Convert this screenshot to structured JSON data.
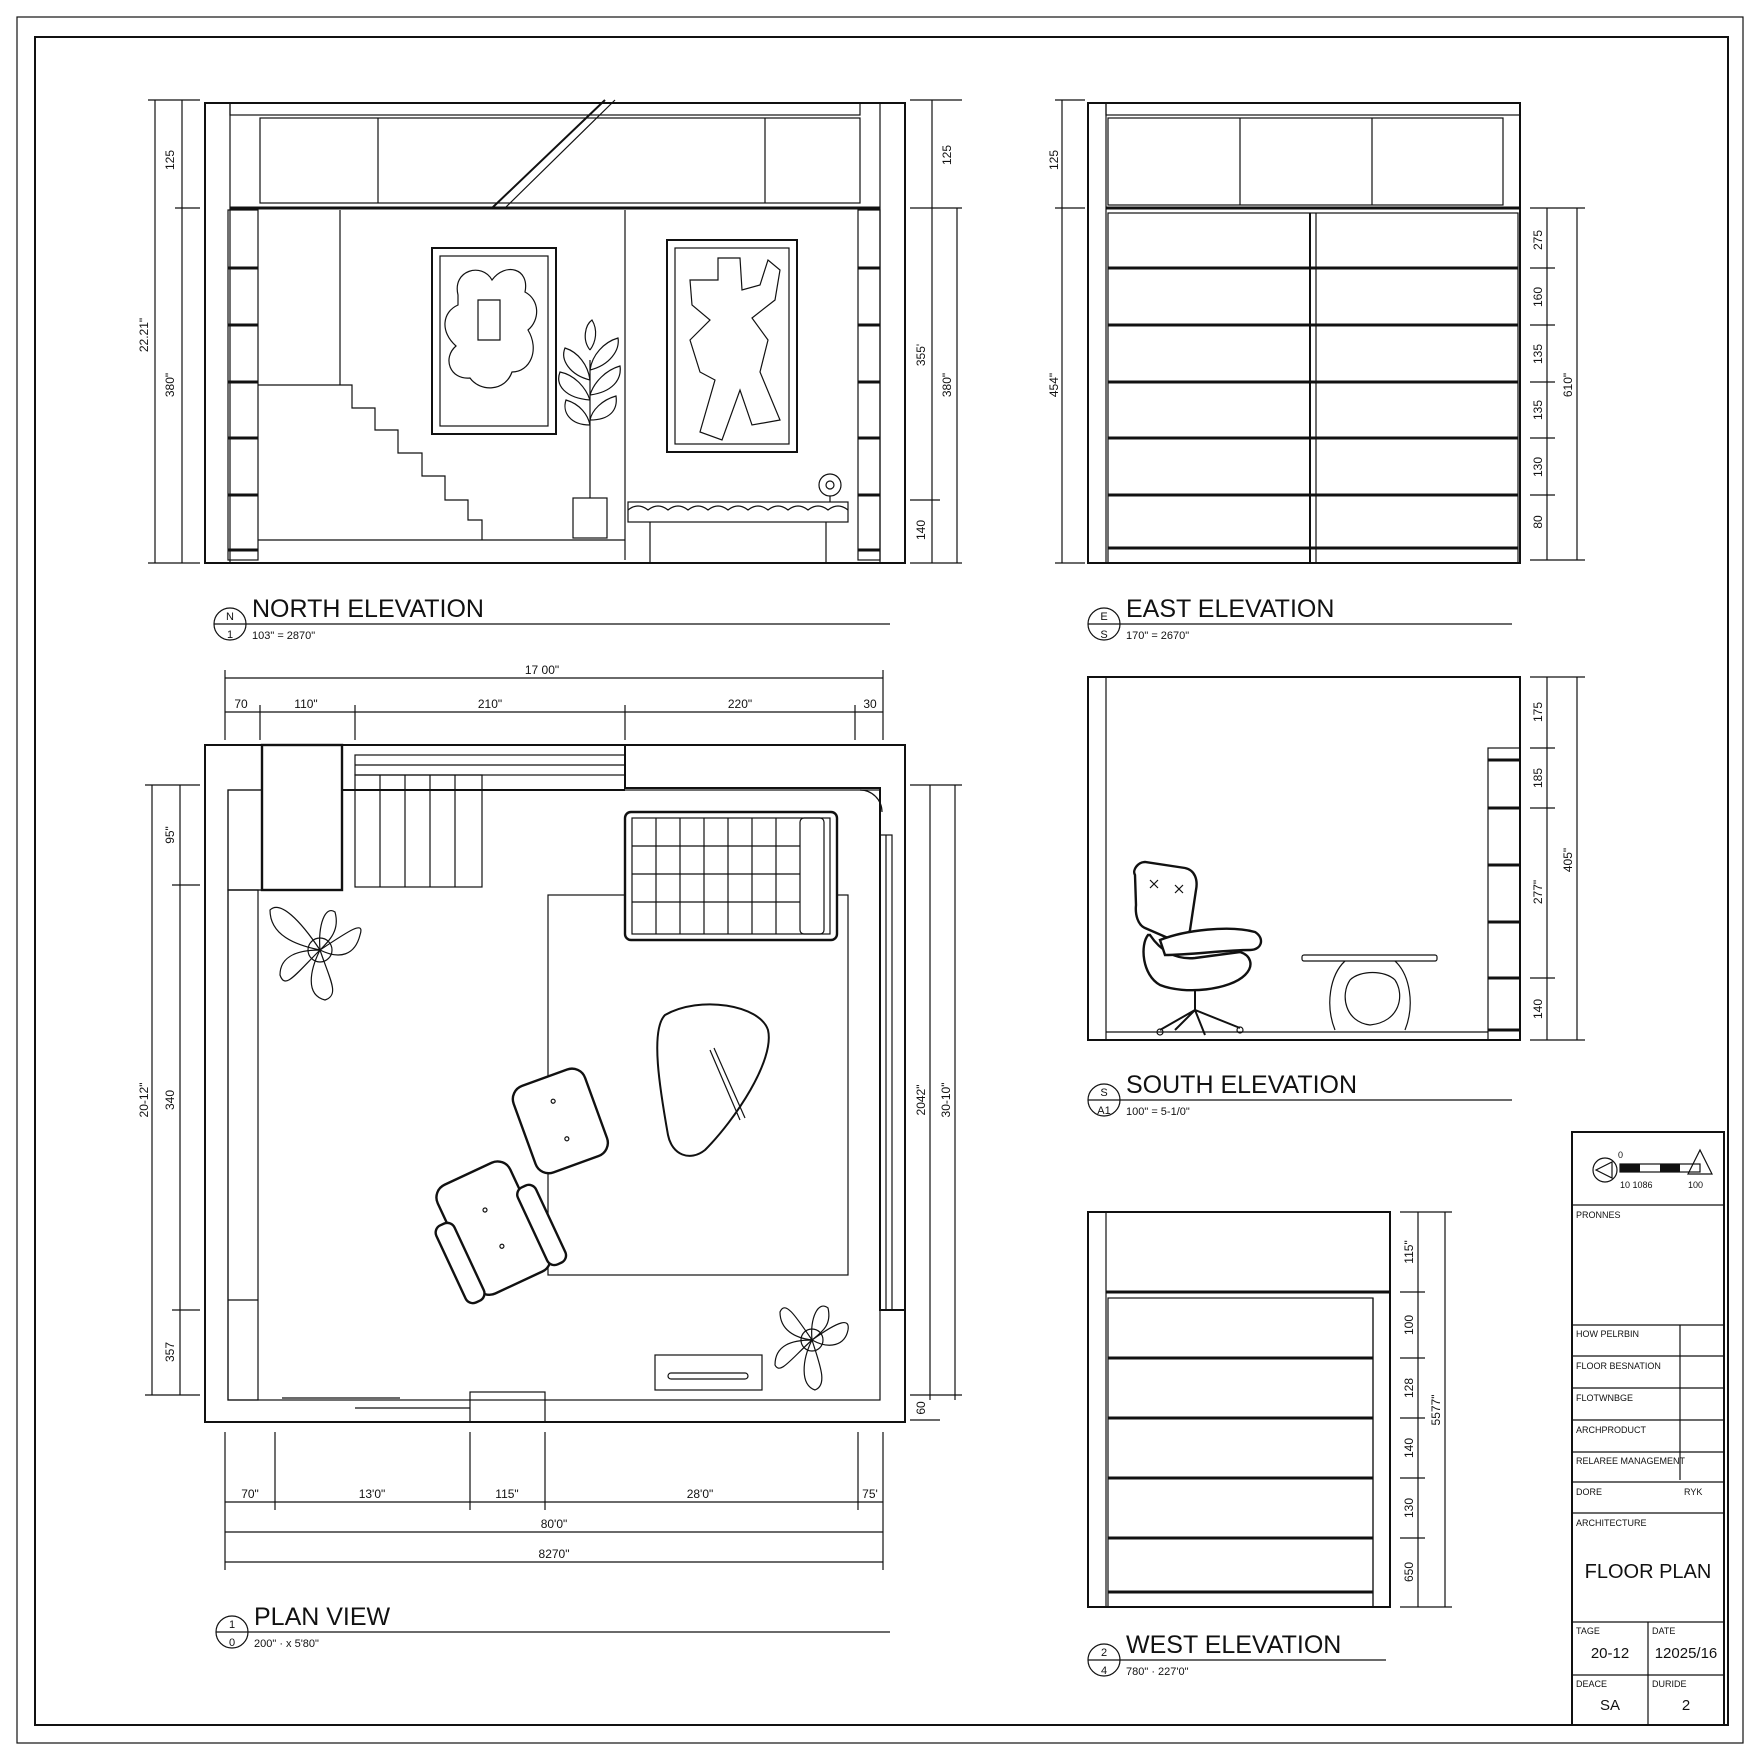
{
  "views": {
    "north": {
      "badge_top": "N",
      "badge_bottom": "1",
      "title": "NORTH ELEVATION",
      "scale": "103\" = 2870\"",
      "dims_left": [
        "125",
        "22.21\"",
        "380\""
      ],
      "dims_right": [
        "125",
        "355'",
        "380\"",
        "140"
      ]
    },
    "east": {
      "badge_top": "E",
      "badge_bottom": "S",
      "title": "EAST ELEVATION",
      "scale": "170\" = 2670\"",
      "dims_left": [
        "125",
        "454\""
      ],
      "dims_right": [
        "275",
        "160",
        "135",
        "135",
        "130",
        "80",
        "610\""
      ]
    },
    "plan": {
      "badge_top": "1",
      "badge_bottom": "0",
      "title": "PLAN VIEW",
      "scale": "200\" · x 5'80\"",
      "dims_top": [
        "17 00\"",
        "70",
        "110\"",
        "210\"",
        "220\"",
        "30"
      ],
      "dims_left": [
        "95\"",
        "340",
        "20-12\"",
        "357"
      ],
      "dims_right": [
        "2042\"",
        "30-10\"",
        "60"
      ],
      "dims_bottom": [
        "70\"",
        "13'0\"",
        "115\"",
        "28'0\"",
        "75'",
        "80'0\"",
        "8270\""
      ]
    },
    "south": {
      "badge_top": "S",
      "badge_bottom": "A1",
      "title": "SOUTH ELEVATION",
      "scale": "100\" = 5-1/0\"",
      "dims_right": [
        "175",
        "185",
        "277\"",
        "140",
        "405\""
      ]
    },
    "west": {
      "badge_top": "2",
      "badge_bottom": "4",
      "title": "WEST ELEVATION",
      "scale": "780\" · 227'0\"",
      "dims_right": [
        "115\"",
        "100",
        "128",
        "140",
        "130",
        "650",
        "5577\""
      ]
    }
  },
  "title_block": {
    "scale_start": "0",
    "scale_mid": "10 1086",
    "scale_end": "100",
    "rows": [
      "PRONNES",
      "HOW PELRBIN",
      "FLOOR BESNATION",
      "FLOTWNBGE",
      "ARCHPRODUCT",
      "RELAREE MANAGEMENT",
      "DORE",
      "ARCHITECTURE"
    ],
    "row_right": "RYK",
    "sheet_title": "FLOOR PLAN",
    "tage_label": "TAGE",
    "tage_value": "20-12",
    "date_label": "DATE",
    "date_value": "12025/16",
    "deace_label": "DEACE",
    "deace_value": "SA",
    "duride_label": "DURIDE",
    "duride_value": "2"
  }
}
